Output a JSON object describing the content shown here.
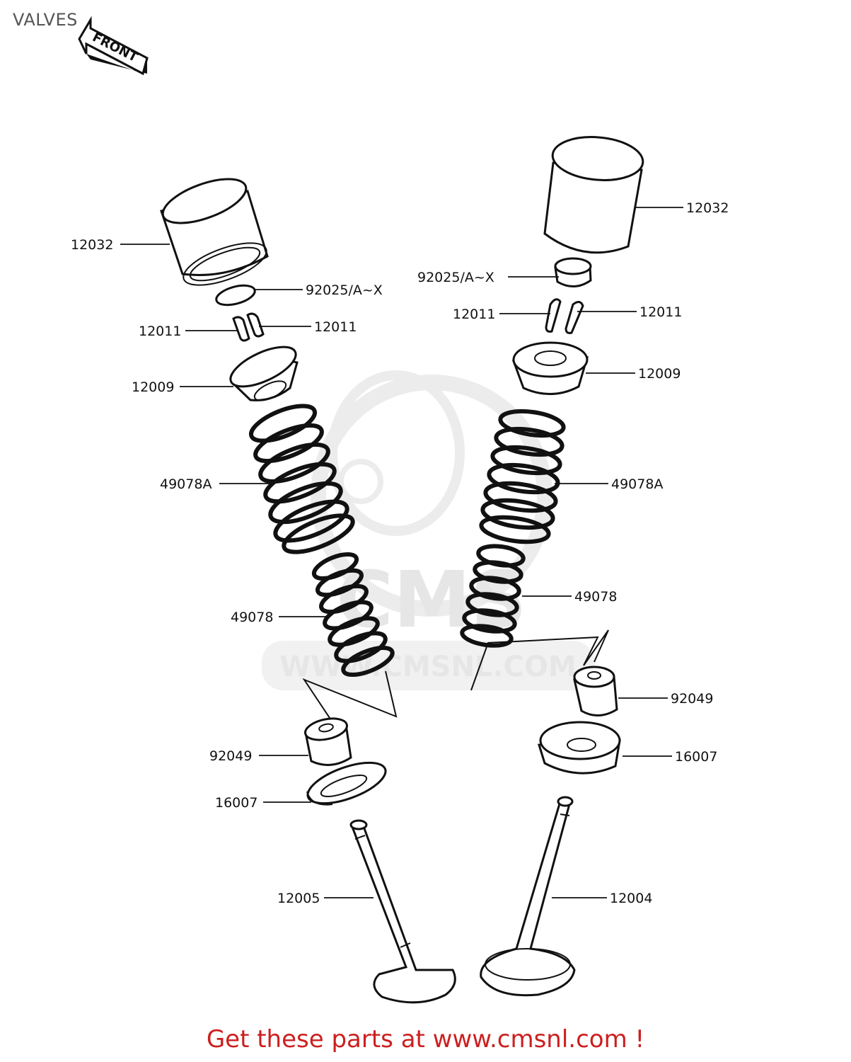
{
  "page": {
    "title": "VALVES",
    "front_arrow_label": "FRONT",
    "footer": "Get these parts at www.cmsnl.com !",
    "watermark": {
      "brand": "CMS",
      "url": "WWW.CMSNL.COM"
    }
  },
  "callouts": {
    "left": {
      "tappet": "12032",
      "shim": "92025/A~X",
      "cotter_a": "12011",
      "cotter_b": "12011",
      "retainer": "12009",
      "outer_spring": "49078A",
      "inner_spring": "49078",
      "stem_seal": "92049",
      "spring_seat": "16007",
      "valve": "12005"
    },
    "right": {
      "tappet": "12032",
      "shim": "92025/A~X",
      "cotter_a": "12011",
      "cotter_b": "12011",
      "retainer": "12009",
      "outer_spring": "49078A",
      "inner_spring": "49078",
      "stem_seal": "92049",
      "spring_seat": "16007",
      "valve": "12004"
    }
  },
  "colors": {
    "footer_text": "#cc1f1f",
    "title_text": "#555555",
    "watermark": "#e6e6e6"
  }
}
